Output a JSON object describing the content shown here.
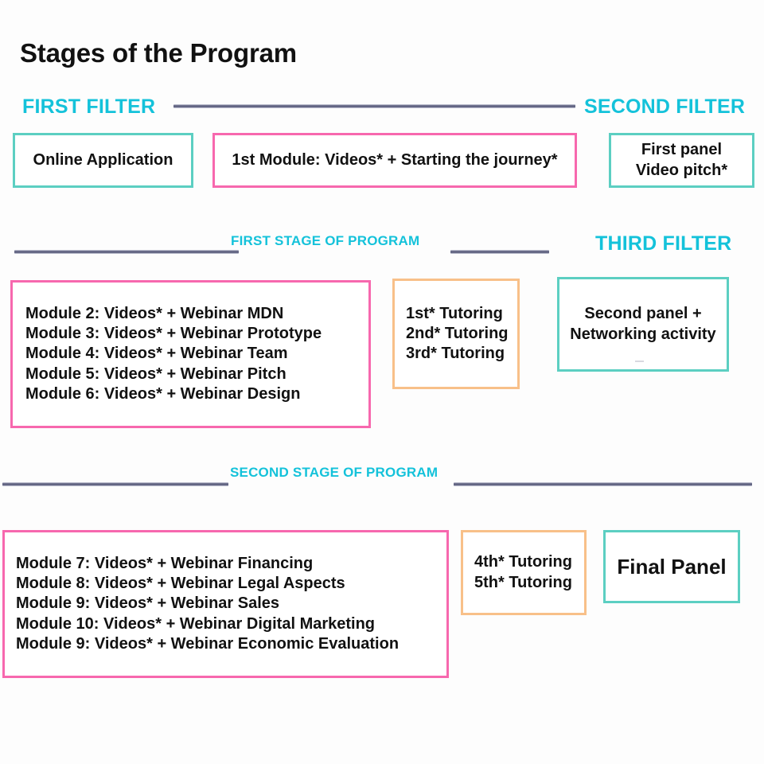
{
  "page": {
    "title": "Stages of the Program",
    "background_color": "#fdfdfd",
    "accent_cyan": "#14c2da",
    "box_teal": "#5ccfc2",
    "box_pink": "#f768ae",
    "box_peach": "#f8c089",
    "rule_color": "#5f6280"
  },
  "row1": {
    "first_filter_label": "FIRST FILTER",
    "second_filter_label": "SECOND FILTER",
    "online_application": "Online Application",
    "first_module": "1st Module: Videos* + Starting the journey*",
    "first_panel_line1": "First panel",
    "first_panel_line2": "Video pitch*"
  },
  "row2": {
    "first_stage_label": "FIRST STAGE OF PROGRAM",
    "third_filter_label": "THIRD FILTER",
    "modules": [
      "Module 2: Videos* + Webinar MDN",
      "Module 3: Videos* + Webinar Prototype",
      "Module 4: Videos* + Webinar Team",
      "Module 5: Videos* + Webinar Pitch",
      "Module 6: Videos* + Webinar Design"
    ],
    "tutoring": [
      "1st* Tutoring",
      "2nd* Tutoring",
      "3rd* Tutoring"
    ],
    "second_panel_line1": "Second panel +",
    "second_panel_line2": "Networking activity"
  },
  "row3": {
    "second_stage_label": "SECOND STAGE OF PROGRAM",
    "modules": [
      "Module 7: Videos* + Webinar Financing",
      "Module 8: Videos* + Webinar Legal Aspects",
      "Module 9: Videos* + Webinar Sales",
      "Module 10: Videos* + Webinar Digital Marketing",
      "Module 9: Videos* + Webinar Economic Evaluation"
    ],
    "tutoring": [
      "4th* Tutoring",
      "5th* Tutoring"
    ],
    "final_panel": "Final Panel"
  }
}
